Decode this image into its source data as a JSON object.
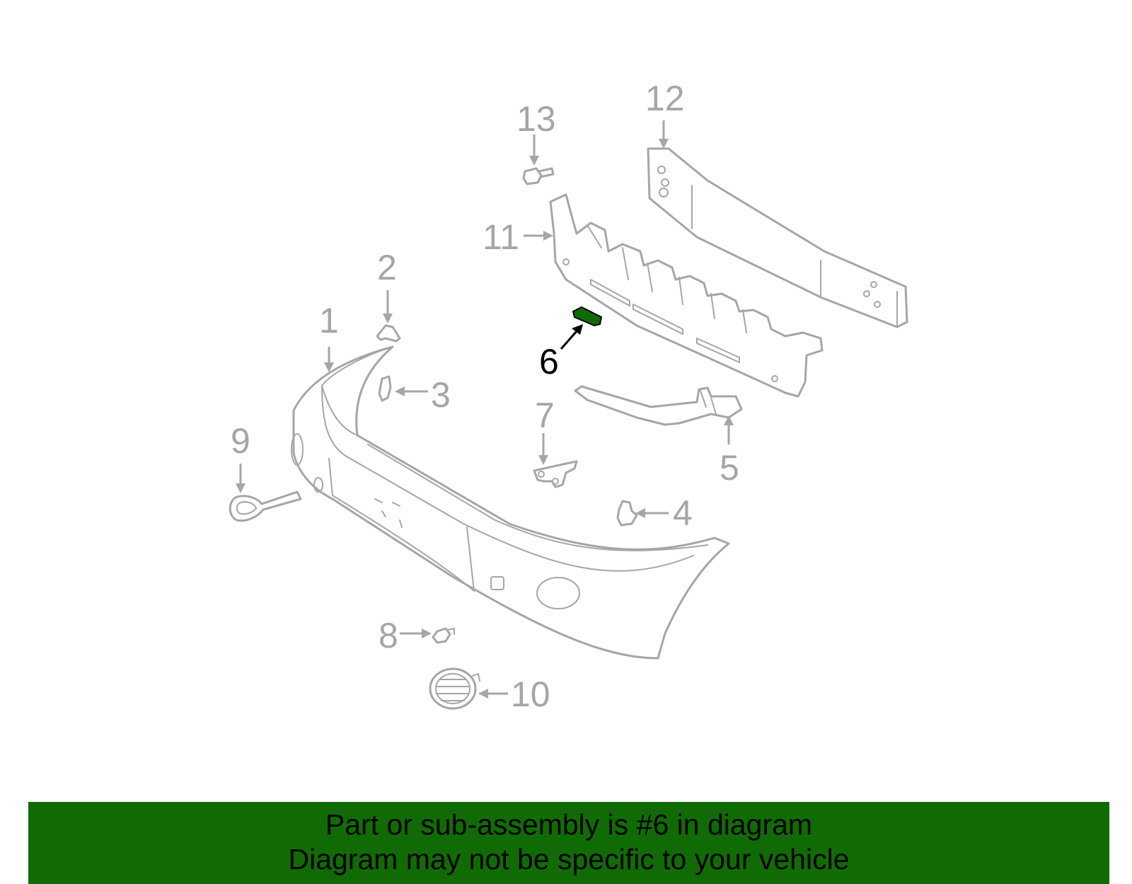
{
  "diagram": {
    "highlight_color": "#116b04",
    "line_color": "#a6a6a6",
    "highlighted_part": "6",
    "callouts": [
      "1",
      "2",
      "3",
      "4",
      "5",
      "6",
      "7",
      "8",
      "9",
      "10",
      "11",
      "12",
      "13"
    ]
  },
  "banner": {
    "line1": "Part or sub-assembly is #6 in diagram",
    "line2": "Diagram may not be specific to your vehicle",
    "background": "#116b04"
  }
}
